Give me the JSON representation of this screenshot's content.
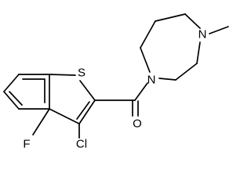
{
  "structure": {
    "atoms": {
      "sulfur": "S",
      "chlorine": "Cl",
      "fluorine": "F",
      "oxygen": "O",
      "nitrogen_amide": "N",
      "nitrogen_methyl": "N"
    }
  }
}
